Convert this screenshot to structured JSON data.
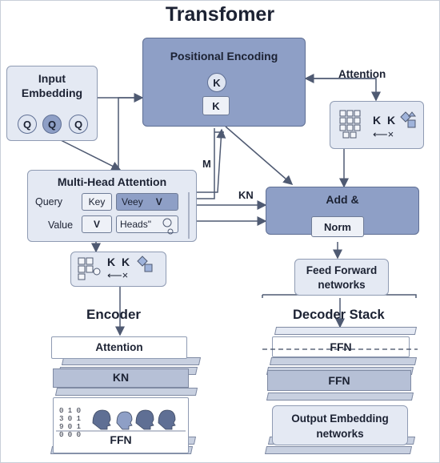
{
  "title": "Transfomer",
  "positional_encoding": {
    "title": "Positional Encoding",
    "circle_k": "K",
    "box_k": "K"
  },
  "input_embedding": {
    "line1": "Input",
    "line2": "Embedding",
    "q1": "Q",
    "q2": "Q",
    "q3": "Q"
  },
  "attention_panel": {
    "label": "Attention",
    "k1": "K",
    "k2": "K",
    "x": "⟵×"
  },
  "edge_labels": {
    "m": "M",
    "kn": "KN"
  },
  "multi_head": {
    "title": "Multi-Head Attention",
    "query": "Query",
    "key": "Key",
    "veey": "Veey",
    "v_dark": "V",
    "value": "Value",
    "v_chip": "V",
    "heads": "Heads\""
  },
  "add_norm": {
    "title": "Add &",
    "norm": "Norm"
  },
  "small_panel": {
    "k1": "K",
    "k2": "K",
    "x": "⟵×"
  },
  "feed_forward": {
    "line1": "Feed Forward",
    "line2": "networks"
  },
  "encoder": {
    "title": "Encoder",
    "attention": "Attention",
    "kn": "KN",
    "ffn": "FFN",
    "digits": "0 1 0 3 0 1 9 0 1 0 0 0"
  },
  "decoder": {
    "title": "Decoder Stack",
    "ffn1": "FFN",
    "ffn2": "FFN",
    "output1": "Output Embedding",
    "output2": "networks"
  }
}
